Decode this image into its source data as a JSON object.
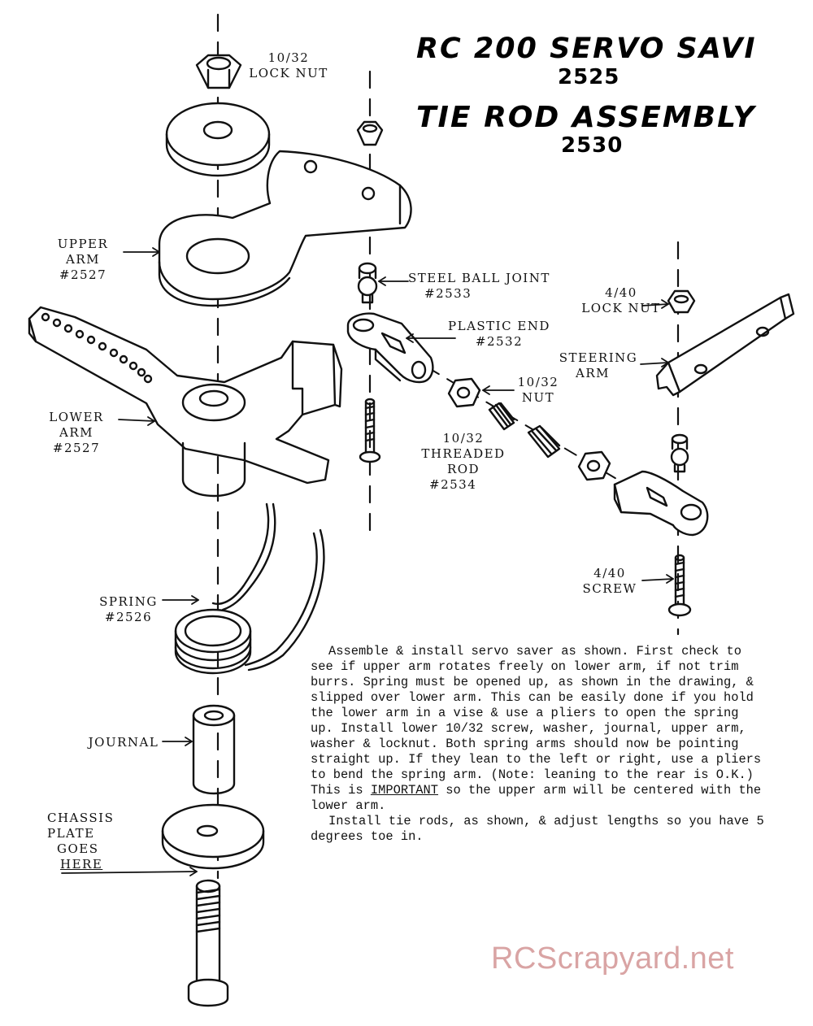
{
  "title": {
    "line1": "RC 200 SERVO SAVI",
    "line1_number": "2525",
    "line2": "TIE ROD ASSEMBLY",
    "line2_number": "2530"
  },
  "labels": {
    "lock_nut": [
      "10/32",
      "LOCK NUT"
    ],
    "upper_arm": [
      "UPPER",
      "ARM",
      "#2527"
    ],
    "lower_arm": [
      "LOWER",
      "ARM",
      "#2527"
    ],
    "spring": [
      "SPRING",
      "#2526"
    ],
    "journal": "JOURNAL",
    "chassis_plate": [
      "CHASSIS",
      "PLATE",
      "GOES",
      "HERE"
    ],
    "steel_ball_joint": [
      "STEEL BALL JOINT",
      "#2533"
    ],
    "plastic_end": [
      "PLASTIC END",
      "#2532"
    ],
    "nut": [
      "10/32",
      "NUT"
    ],
    "threaded_rod": [
      "10/32",
      "THREADED",
      "ROD",
      "#2534"
    ],
    "lock_nut_440": [
      "4/40",
      "LOCK NUT"
    ],
    "steering_arm": [
      "STEERING",
      "ARM"
    ],
    "screw_440": [
      "4/40",
      "SCREW"
    ]
  },
  "instructions": {
    "p1_a": "Assemble & install servo saver as shown. First check to see if upper arm rotates freely on lower arm, if not trim burrs. Spring must be opened up, as shown in the drawing, & slipped over lower arm. This can be easily done if you hold the lower arm in a vise & use a pliers to open the spring up. Install lower 10/32 screw, washer, journal, upper arm, washer & locknut. Both spring arms should now be pointing straight up. If they lean to the left or right, use a pliers to bend the spring arm. (Note: leaning to the rear is O.K.) This is ",
    "p1_important": "IMPORTANT",
    "p1_b": " so the upper arm will be centered with the lower arm.",
    "p2": "Install tie rods, as shown, & adjust lengths so you have 5 degrees toe in."
  },
  "watermark": "RCScrapyard.net"
}
